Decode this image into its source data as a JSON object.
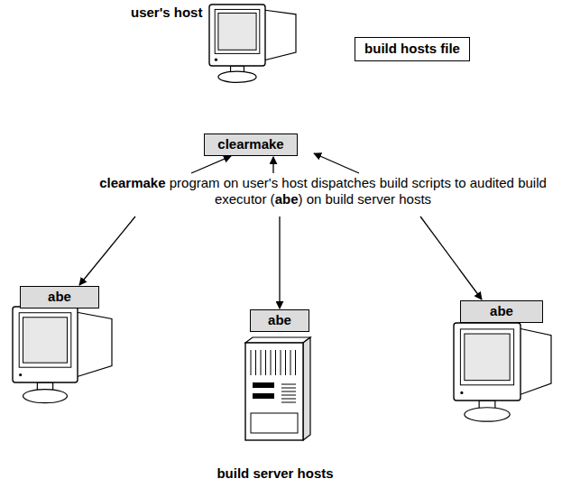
{
  "diagram": {
    "nodes": [
      {
        "text": [
          "build hosts file"
        ]
      },
      {
        "text": [
          "clearmake"
        ]
      },
      {
        "text": [
          "abe"
        ]
      },
      {
        "text": [
          "abe"
        ]
      },
      {
        "text": [
          "abe"
        ]
      }
    ],
    "labels": [
      "user's host",
      "clearmake program on user's host dispatches build scripts to audited build executor (abe) on build server hosts",
      "build server hosts"
    ]
  }
}
